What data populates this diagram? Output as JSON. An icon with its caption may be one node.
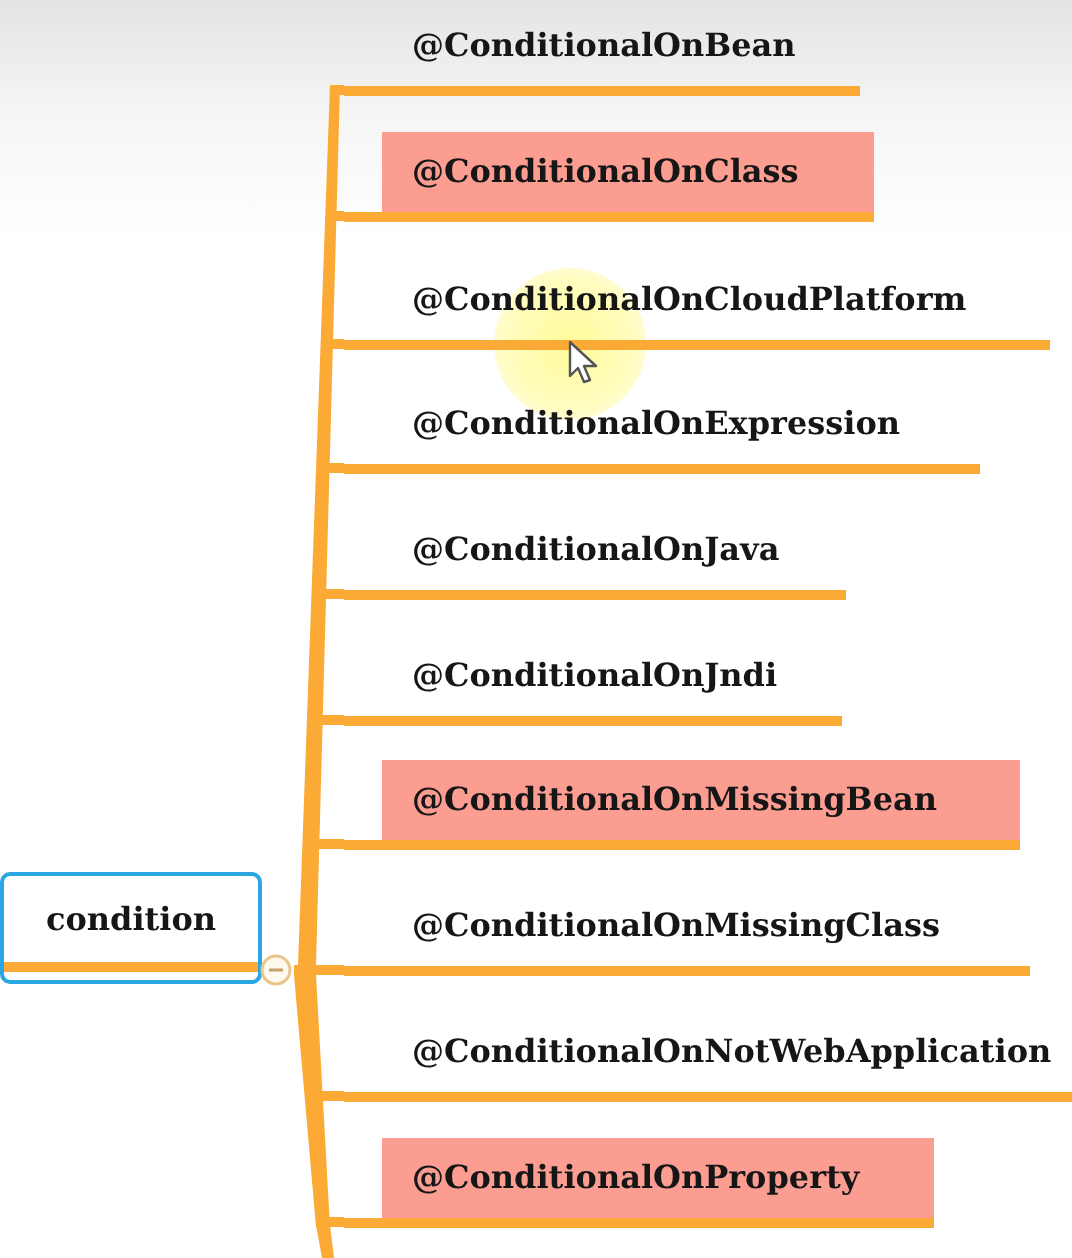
{
  "diagram": {
    "nodes": [
      {
        "text": [
          "condition"
        ]
      },
      {
        "text": [
          "@ConditionalOnBean"
        ]
      },
      {
        "text": [
          "@ConditionalOnClass"
        ]
      },
      {
        "text": [
          "@ConditionalOnCloudPlatform"
        ]
      },
      {
        "text": [
          "@ConditionalOnExpression"
        ]
      },
      {
        "text": [
          "@ConditionalOnJava"
        ]
      },
      {
        "text": [
          "@ConditionalOnJndi"
        ]
      },
      {
        "text": [
          "@ConditionalOnMissingBean"
        ]
      },
      {
        "text": [
          "@ConditionalOnMissingClass"
        ]
      },
      {
        "text": [
          "@ConditionalOnNotWebApplication"
        ]
      },
      {
        "text": [
          "@ConditionalOnProperty"
        ]
      }
    ],
    "edges": [
      {
        "from": 0,
        "to": 1,
        "arrow": "none"
      },
      {
        "from": 0,
        "to": 2,
        "arrow": "none"
      },
      {
        "from": 0,
        "to": 3,
        "arrow": "none"
      },
      {
        "from": 0,
        "to": 4,
        "arrow": "none"
      },
      {
        "from": 0,
        "to": 5,
        "arrow": "none"
      },
      {
        "from": 0,
        "to": 6,
        "arrow": "none"
      },
      {
        "from": 0,
        "to": 7,
        "arrow": "none"
      },
      {
        "from": 0,
        "to": 8,
        "arrow": "none"
      },
      {
        "from": 0,
        "to": 9,
        "arrow": "none"
      },
      {
        "from": 0,
        "to": 10,
        "arrow": "none"
      },
      {
        "from": 0,
        "to": null,
        "arrow": "none"
      }
    ]
  }
}
